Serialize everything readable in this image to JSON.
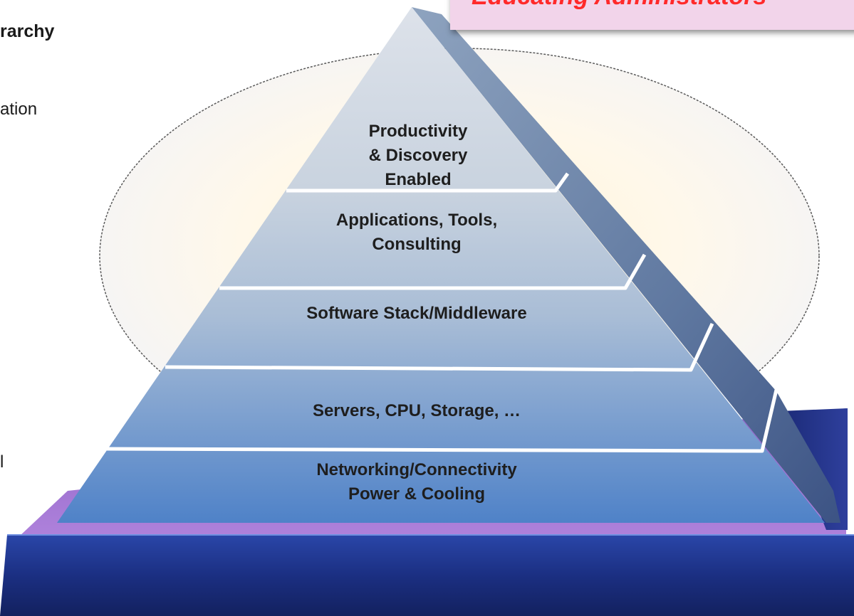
{
  "banner": {
    "text": "Educating Administrators"
  },
  "left_text": {
    "heading": "rarchy",
    "line1": "ation",
    "line2": "l"
  },
  "pyramid": {
    "tiers": [
      {
        "lines": [
          "Productivity",
          "& Discovery",
          "Enabled"
        ]
      },
      {
        "lines": [
          "Applications, Tools,",
          "Consulting"
        ]
      },
      {
        "lines": [
          "Software Stack/Middleware"
        ]
      },
      {
        "lines": [
          "Servers, CPU, Storage, …"
        ]
      },
      {
        "lines": [
          "Networking/Connectivity",
          "Power & Cooling"
        ]
      }
    ]
  },
  "colors": {
    "banner_bg": "#f2d4ea",
    "banner_text": "#ff2a2a",
    "platform_top": "#a877d2",
    "platform_front": "#1b2f82",
    "pyramid_top": "#d6dde6",
    "pyramid_bottom": "#4f82c8"
  }
}
